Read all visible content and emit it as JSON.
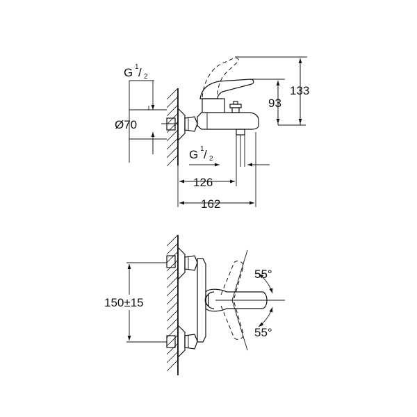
{
  "side_view": {
    "dim_g_half_left": {
      "base": "G",
      "sup": "1",
      "sub": "2"
    },
    "dim_diameter": "Ø70",
    "dim_g_half_spout": {
      "base": "G",
      "sup": "1",
      "sub": "2"
    },
    "dim_height_93": "93",
    "dim_height_133": "133",
    "dim_depth_126": "126",
    "dim_depth_162": "162"
  },
  "top_view": {
    "dim_centers": "150±15",
    "angle_upper": "55°",
    "angle_lower": "55°"
  },
  "colors": {
    "line": "#111111",
    "background": "#ffffff"
  }
}
